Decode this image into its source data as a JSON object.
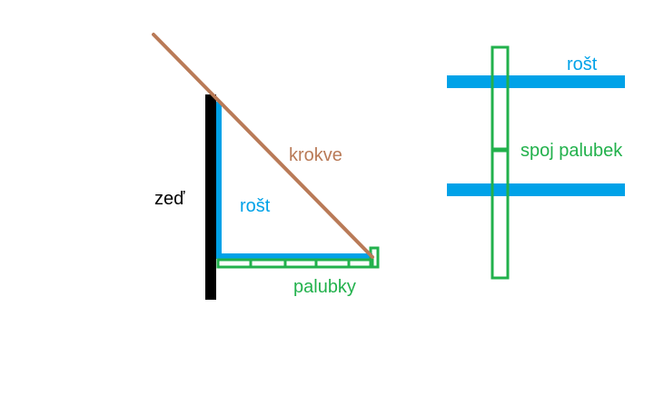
{
  "colors": {
    "wall": "#000000",
    "rafter": "#b97a57",
    "grate": "#00a2e8",
    "decking": "#22b14c"
  },
  "labels": {
    "rafter": "krokve",
    "wall": "zeď",
    "grate_left": "rošt",
    "decking": "palubky",
    "grate_right": "rošt",
    "joint": "spoj palubek"
  },
  "icons": {
    "wall": "thick-black-vertical-bar",
    "rafter": "diagonal-brown-line",
    "grate": "blue-bar",
    "decking": "green-outlined-boards"
  }
}
